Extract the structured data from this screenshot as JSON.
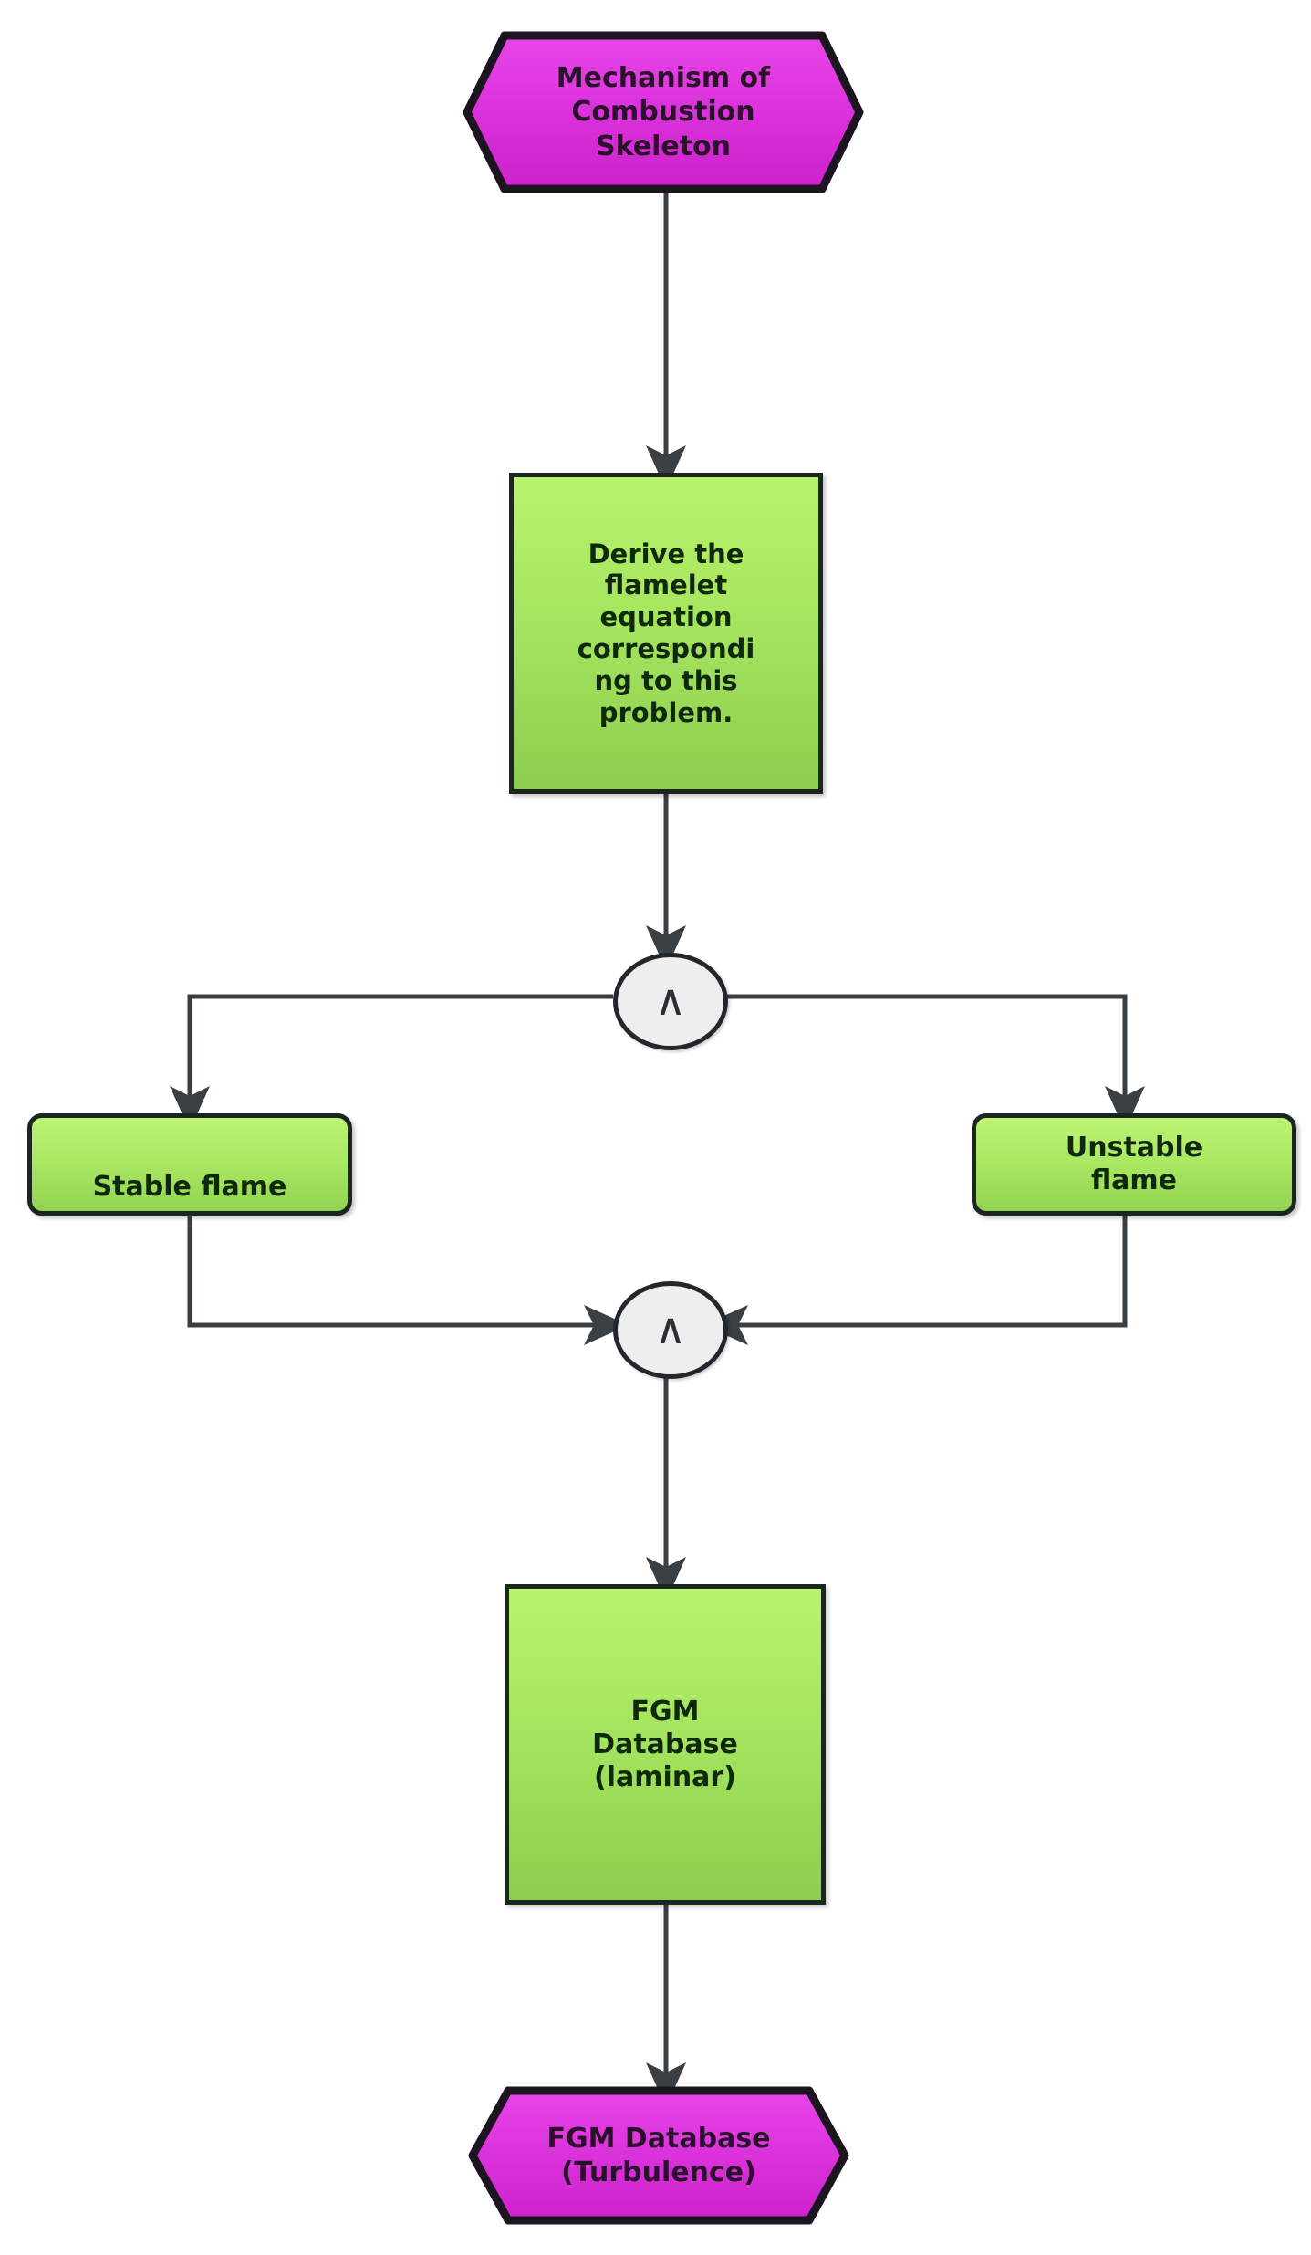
{
  "diagram": {
    "title": "Combustion FGM flowchart",
    "background": "#ffffff",
    "colors": {
      "terminal_fill_light": "#e63ce6",
      "terminal_fill_dark": "#cf27cf",
      "process_fill_light": "#b9f36d",
      "process_fill_dark": "#8cce4e",
      "node_border": "#1c2620",
      "junction_fill": "#eeeeee",
      "junction_border": "#23272b",
      "edge_stroke": "#3a3f44"
    },
    "nodes": [
      {
        "id": "mechanism",
        "shape": "hexagon",
        "label": "Mechanism of\nCombustion\nSkeleton",
        "fill": "magenta"
      },
      {
        "id": "derive",
        "shape": "rectangle",
        "label": "Derive the\nflamelet\nequation\ncorrespondi\nng to this\nproblem.",
        "fill": "green"
      },
      {
        "id": "junction-top",
        "shape": "ellipse",
        "label": "∧",
        "glyph_name": "and-caret-icon"
      },
      {
        "id": "stable-flame",
        "shape": "rounded-rectangle",
        "label": "Stable flame",
        "fill": "green"
      },
      {
        "id": "unstable-flame",
        "shape": "rounded-rectangle",
        "label": "Unstable\nflame",
        "fill": "green"
      },
      {
        "id": "junction-bottom",
        "shape": "ellipse",
        "label": "∧",
        "glyph_name": "and-caret-icon"
      },
      {
        "id": "fgm-laminar",
        "shape": "rectangle",
        "label": "FGM\nDatabase\n(laminar)",
        "fill": "green"
      },
      {
        "id": "fgm-turbulence",
        "shape": "hexagon",
        "label": "FGM Database\n(Turbulence)",
        "fill": "magenta"
      }
    ],
    "edges": [
      {
        "from": "mechanism",
        "to": "derive",
        "arrow": true
      },
      {
        "from": "derive",
        "to": "junction-top",
        "arrow": true
      },
      {
        "from": "junction-top",
        "to": "stable-flame",
        "arrow": true
      },
      {
        "from": "junction-top",
        "to": "unstable-flame",
        "arrow": true
      },
      {
        "from": "stable-flame",
        "to": "junction-bottom",
        "arrow": true
      },
      {
        "from": "unstable-flame",
        "to": "junction-bottom",
        "arrow": true
      },
      {
        "from": "junction-bottom",
        "to": "fgm-laminar",
        "arrow": true
      },
      {
        "from": "fgm-laminar",
        "to": "fgm-turbulence",
        "arrow": true
      }
    ]
  }
}
